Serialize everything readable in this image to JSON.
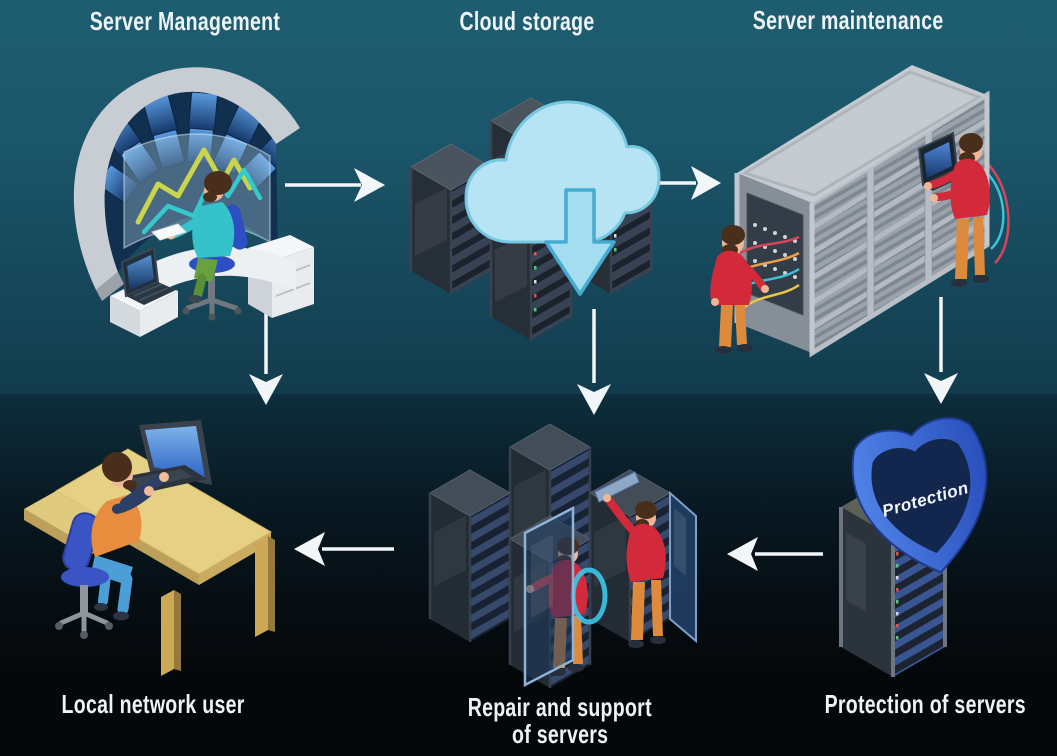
{
  "diagram_title": "Server infrastructure isometric flowchart",
  "palette": {
    "background_top": "#1c5a6d",
    "background_bottom": "#060a0d",
    "label_text": "#edf3f6",
    "arrow": "#f2f6f8",
    "technician_sweater_red": "#d2293b",
    "technician_pants_orange": "#dd8a3c",
    "shield_blue": "#3a6ad8",
    "shield_inner_navy": "#13264e",
    "cloud_blue": "#b7e4f4",
    "rack_dark": "#242c36",
    "desk_tan": "#e6d084",
    "chair_blue": "#3a54c6",
    "shirt_teal": "#36c2ca"
  },
  "nodes": {
    "server_management": {
      "label": "Server Management"
    },
    "cloud_storage": {
      "label": "Cloud storage"
    },
    "server_maintenance": {
      "label": "Server maintenance"
    },
    "local_network_user": {
      "label": "Local network user"
    },
    "repair_support": {
      "label_line1": "Repair and support",
      "label_line2": "of servers"
    },
    "protection_of_servers": {
      "label": "Protection of servers"
    }
  },
  "shield": {
    "label": "Protection"
  },
  "connections": [
    {
      "from": "server-management",
      "to": "cloud-storage",
      "direction": "right"
    },
    {
      "from": "cloud-storage",
      "to": "server-maintenance",
      "direction": "right"
    },
    {
      "from": "server-management",
      "to": "local-network-user",
      "direction": "down"
    },
    {
      "from": "cloud-storage",
      "to": "repair-support",
      "direction": "down"
    },
    {
      "from": "server-maintenance",
      "to": "protection-of-servers",
      "direction": "down"
    },
    {
      "from": "protection-of-servers",
      "to": "repair-support",
      "direction": "left"
    },
    {
      "from": "repair-support",
      "to": "local-network-user",
      "direction": "left"
    }
  ],
  "illustrations": {
    "server_management": [
      "curved-monitor-wall",
      "analytics-chart-screen",
      "operator-at-desk",
      "office-chair",
      "laptop",
      "white-desk"
    ],
    "cloud_storage": [
      "four-server-racks",
      "cloud-download"
    ],
    "server_maintenance": [
      "long-server-cabinet",
      "patch-panel-wires",
      "technician-standing",
      "technician-with-laptop"
    ],
    "local_network_user": [
      "l-shaped-desk",
      "laptop",
      "user-on-office-chair"
    ],
    "repair_support": [
      "four-server-racks",
      "open-glass-doors",
      "technician-behind-door",
      "technician-pulling-tray",
      "cable-loop"
    ],
    "protection_of_servers": [
      "server-rack",
      "protection-shield"
    ]
  }
}
